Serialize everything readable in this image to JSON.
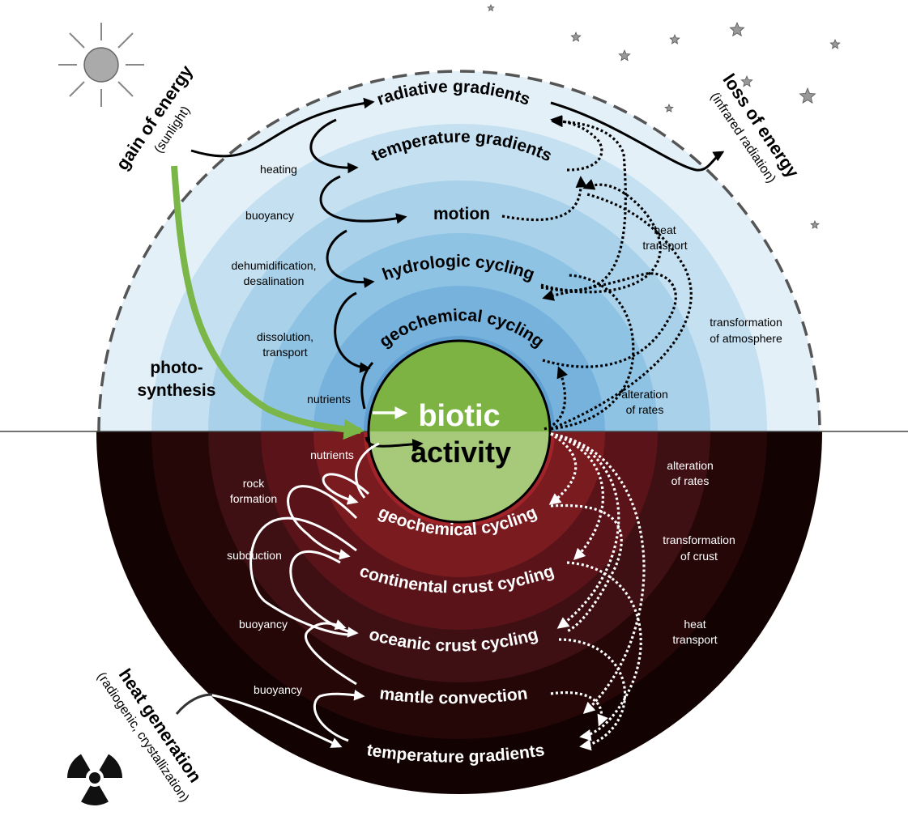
{
  "center": {
    "line1": "biotic",
    "line2": "activity"
  },
  "atmosphere": {
    "rings": [
      "radiative gradients",
      "temperature gradients",
      "motion",
      "hydrologic cycling",
      "geochemical cycling"
    ],
    "left_labels": {
      "heating": "heating",
      "buoyancy": "buoyancy",
      "dehum_1": "dehumidification,",
      "dehum_2": "desalination",
      "diss_1": "dissolution,",
      "diss_2": "transport",
      "nutrients": "nutrients"
    },
    "right_labels": {
      "heat_1": "heat",
      "heat_2": "transport",
      "trans_1": "transformation",
      "trans_2": "of atmosphere",
      "alt_1": "alteration",
      "alt_2": "of rates"
    },
    "gain_title": "gain of energy",
    "gain_sub": "(sunlight)",
    "loss_title": "loss of energy",
    "loss_sub": "(infrared radiation)",
    "photo_1": "photo-",
    "photo_2": "synthesis"
  },
  "earth": {
    "rings": [
      "geochemical cycling",
      "continental crust cycling",
      "oceanic crust cycling",
      "mantle convection",
      "temperature gradients"
    ],
    "left_labels": {
      "nutrients": "nutrients",
      "rock_1": "rock",
      "rock_2": "formation",
      "subduction": "subduction",
      "buoyancy_1": "buoyancy",
      "buoyancy_2": "buoyancy"
    },
    "right_labels": {
      "alt_1": "alteration",
      "alt_2": "of rates",
      "trans_1": "transformation",
      "trans_2": "of crust",
      "heat_1": "heat",
      "heat_2": "transport"
    },
    "heat_title": "heat generation",
    "heat_sub": "(radiogenic, crystallization)"
  },
  "colors": {
    "sky_outer": "#e3f0f8",
    "sky_ring2": "#c5e1f1",
    "sky_ring3": "#a9d2ea",
    "sky_ring4": "#8fc3e4",
    "sky_ring5": "#76b2dc",
    "sky_ring6": "#5f9fd2",
    "earth_outer": "#120202",
    "earth_ring2": "#260708",
    "earth_ring3": "#3f1013",
    "earth_ring4": "#5a1419",
    "earth_ring5": "#7a1b20",
    "earth_ring6": "#a1242a",
    "biotic_top": "#7cb342",
    "biotic_bottom": "#a6c97a",
    "photo_arrow": "#7ab648"
  },
  "icons": {
    "sun": "sun-icon",
    "stars": "star-icon",
    "radiation": "radiation-icon"
  }
}
